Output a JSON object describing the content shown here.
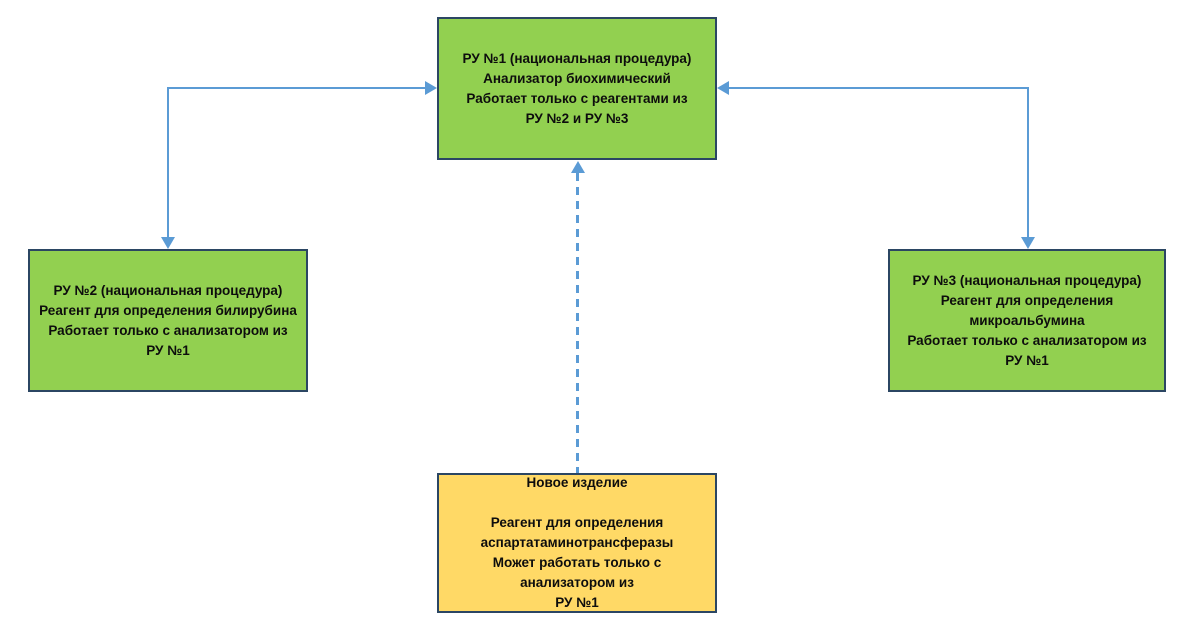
{
  "colors": {
    "node_green_fill": "#92d050",
    "node_yellow_fill": "#ffd966",
    "node_border": "#2b4663",
    "connector_blue": "#5b9bd5",
    "text": "#0d0d0d",
    "background": "#ffffff"
  },
  "nodes": {
    "ru1": {
      "fill": "green",
      "lines": [
        "РУ №1 (национальная процедура)",
        "Анализатор биохимический",
        "Работает только с реагентами из",
        "РУ №2 и РУ №3"
      ]
    },
    "ru2": {
      "fill": "green",
      "lines": [
        "РУ №2 (национальная процедура)",
        "Реагент для определения билирубина",
        "Работает только с анализатором из",
        "РУ №1"
      ]
    },
    "ru3": {
      "fill": "green",
      "lines": [
        "РУ №3 (национальная процедура)",
        "Реагент для определения",
        "микроальбумина",
        "Работает только с анализатором из",
        "РУ №1"
      ]
    },
    "new_item": {
      "fill": "yellow",
      "lines": [
        "Новое изделие",
        "",
        "Реагент для определения",
        "аспартатаминотрансферазы",
        "Может работать только с",
        "анализатором из",
        "РУ №1"
      ]
    }
  },
  "connectors": [
    {
      "from": "ru2",
      "to": "ru1",
      "line": "solid",
      "arrowheads": "both",
      "shape": "elbow"
    },
    {
      "from": "ru3",
      "to": "ru1",
      "line": "solid",
      "arrowheads": "both",
      "shape": "elbow"
    },
    {
      "from": "new_item",
      "to": "ru1",
      "line": "dashed",
      "arrowheads": "end",
      "shape": "straight"
    }
  ]
}
